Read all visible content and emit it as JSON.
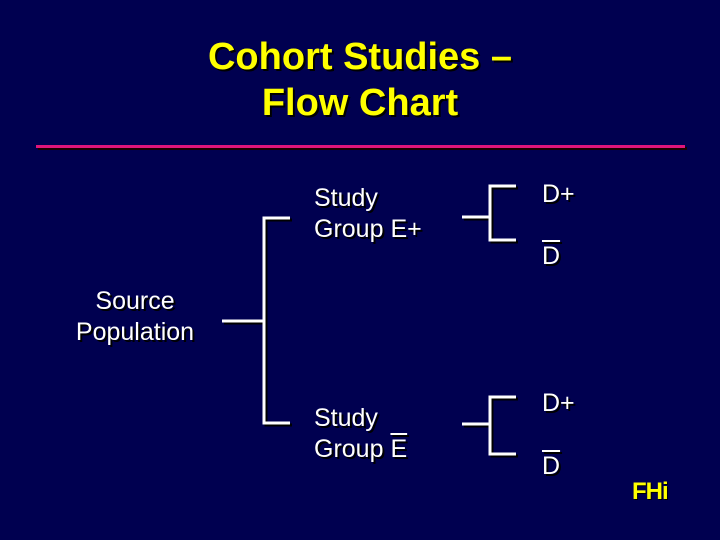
{
  "title": {
    "line1": "Cohort Studies –",
    "line2": "Flow Chart"
  },
  "source": {
    "line1": "Source",
    "line2": "Population"
  },
  "groups": [
    {
      "line1": "Study",
      "line2_prefix": "Group ",
      "line2_exposure": "E+",
      "exposure_overbar": false,
      "outcomes": [
        {
          "label": "D+",
          "overbar": false
        },
        {
          "label": "D",
          "overbar": true
        }
      ]
    },
    {
      "line1": "Study",
      "line2_prefix": "Group ",
      "line2_exposure": "E",
      "exposure_overbar": true,
      "outcomes": [
        {
          "label": "D+",
          "overbar": false
        },
        {
          "label": "D",
          "overbar": true
        }
      ]
    }
  ],
  "logo": "FHi",
  "colors": {
    "background": "#000050",
    "title": "#ffff00",
    "rule": "#e0157a",
    "text": "#ffffff",
    "lines": "#ffffff"
  }
}
